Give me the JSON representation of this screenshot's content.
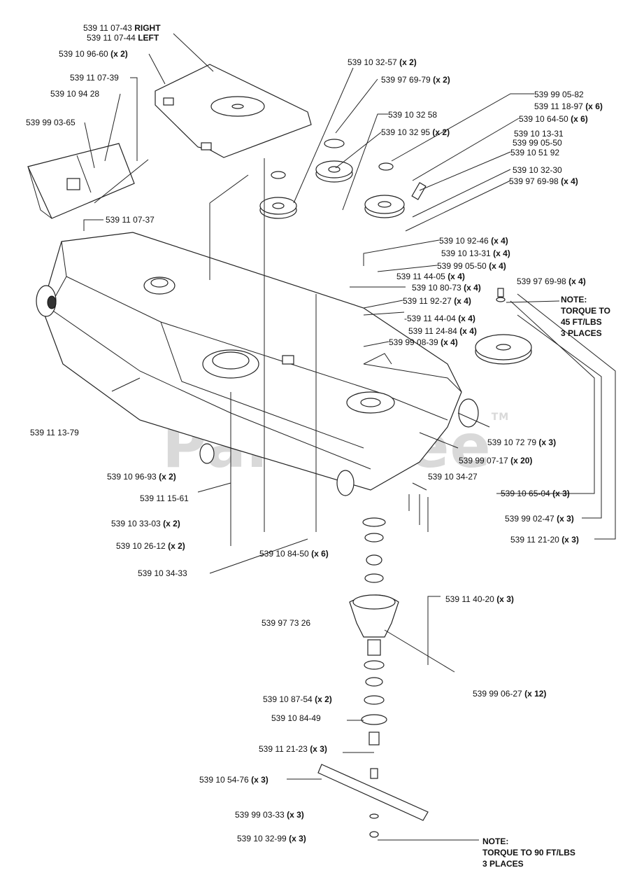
{
  "diagram": {
    "watermark": "PartsTree",
    "watermark_tm": "TM",
    "labels": [
      {
        "id": "l01",
        "part": "539 11 07-43",
        "qty": "RIGHT"
      },
      {
        "id": "l02",
        "part": "539 11 07-44",
        "qty": "LEFT"
      },
      {
        "id": "l03",
        "part": "539 10 96-60",
        "qty": "(x 2)"
      },
      {
        "id": "l04",
        "part": "539 11 07-39",
        "qty": ""
      },
      {
        "id": "l05",
        "part": "539 10 94 28",
        "qty": ""
      },
      {
        "id": "l06",
        "part": "539 99 03-65",
        "qty": ""
      },
      {
        "id": "l07",
        "part": "539 11 07-37",
        "qty": ""
      },
      {
        "id": "l08",
        "part": "539 10 32-57",
        "qty": "(x 2)"
      },
      {
        "id": "l09",
        "part": "539 97 69-79",
        "qty": "(x 2)"
      },
      {
        "id": "l10",
        "part": "539 10 32 58",
        "qty": ""
      },
      {
        "id": "l11",
        "part": "539 10 32 95",
        "qty": "(x 2)"
      },
      {
        "id": "l12",
        "part": "539 99 05-82",
        "qty": ""
      },
      {
        "id": "l13",
        "part": "539 11 18-97",
        "qty": "(x 6)"
      },
      {
        "id": "l14",
        "part": "539 10 64-50",
        "qty": "(x 6)"
      },
      {
        "id": "l15",
        "part": "539 10 13-31",
        "qty": ""
      },
      {
        "id": "l16",
        "part": "539 99 05-50",
        "qty": ""
      },
      {
        "id": "l17",
        "part": "539 10 51 92",
        "qty": ""
      },
      {
        "id": "l18",
        "part": "539 10 32-30",
        "qty": ""
      },
      {
        "id": "l19",
        "part": "539 97 69-98",
        "qty": "(x 4)"
      },
      {
        "id": "l20",
        "part": "539 10 92-46",
        "qty": "(x 4)"
      },
      {
        "id": "l21",
        "part": "539 10 13-31",
        "qty": "(x 4)"
      },
      {
        "id": "l22",
        "part": "539 99 05-50",
        "qty": "(x 4)"
      },
      {
        "id": "l23",
        "part": "539 11 44-05",
        "qty": "(x 4)"
      },
      {
        "id": "l24",
        "part": "539 10 80-73",
        "qty": "(x 4)"
      },
      {
        "id": "l25",
        "part": "539 11 92-27",
        "qty": "(x 4)"
      },
      {
        "id": "l26",
        "part": "-539 11 44-04",
        "qty": "(x 4)"
      },
      {
        "id": "l27",
        "part": "539 11 24-84",
        "qty": "(x 4)"
      },
      {
        "id": "l28",
        "part": "539 99 08-39",
        "qty": "(x 4)"
      },
      {
        "id": "l29",
        "part": "539 97 69-98",
        "qty": "(x 4)"
      },
      {
        "id": "l30",
        "part": "539 11 13-79",
        "qty": ""
      },
      {
        "id": "l31",
        "part": "539 10 72 79",
        "qty": "(x 3)"
      },
      {
        "id": "l32",
        "part": "539 99 07-17",
        "qty": "(x 20)"
      },
      {
        "id": "l33",
        "part": "539 10 96-93",
        "qty": "(x 2)"
      },
      {
        "id": "l34",
        "part": "539 10 34-27",
        "qty": ""
      },
      {
        "id": "l35",
        "part": "539 11 15-61",
        "qty": ""
      },
      {
        "id": "l36",
        "part": "539 10 65-04",
        "qty": "(x 3)"
      },
      {
        "id": "l37",
        "part": "539 10 33-03",
        "qty": "(x 2)"
      },
      {
        "id": "l38",
        "part": "539 99 02-47",
        "qty": "(x 3)"
      },
      {
        "id": "l39",
        "part": "539 10 26-12",
        "qty": "(x 2)"
      },
      {
        "id": "l40",
        "part": "539 11 21-20",
        "qty": "(x 3)"
      },
      {
        "id": "l41",
        "part": "539 10 84-50",
        "qty": "(x 6)"
      },
      {
        "id": "l42",
        "part": "539 10 34-33",
        "qty": ""
      },
      {
        "id": "l43",
        "part": "539 11 40-20",
        "qty": "(x 3)"
      },
      {
        "id": "l44",
        "part": "539 97 73 26",
        "qty": ""
      },
      {
        "id": "l45",
        "part": "539 99 06-27",
        "qty": "(x 12)"
      },
      {
        "id": "l46",
        "part": "539 10 87-54",
        "qty": "(x 2)"
      },
      {
        "id": "l47",
        "part": "539 10 84-49",
        "qty": ""
      },
      {
        "id": "l48",
        "part": "539 11 21-23",
        "qty": "(x 3)"
      },
      {
        "id": "l49",
        "part": "539 10 54-76",
        "qty": "(x 3)"
      },
      {
        "id": "l50",
        "part": "539 99 03-33",
        "qty": "(x 3)"
      },
      {
        "id": "l51",
        "part": "539 10 32-99",
        "qty": "(x 3)"
      }
    ],
    "notes": [
      {
        "id": "n1",
        "lines": [
          "NOTE:",
          "TORQUE TO",
          "45 FT/LBS",
          "3 PLACES"
        ]
      },
      {
        "id": "n2",
        "lines": [
          "NOTE:",
          "TORQUE TO 90 FT/LBS",
          "3 PLACES"
        ]
      }
    ]
  }
}
